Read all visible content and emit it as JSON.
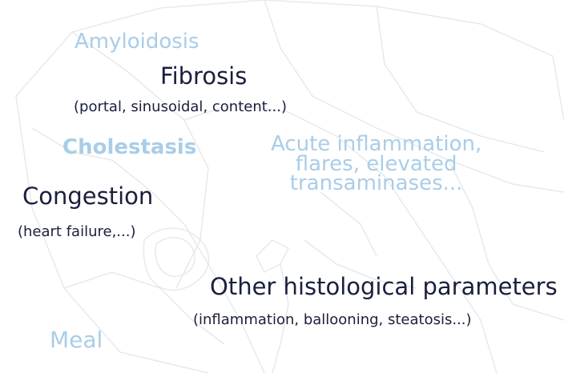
{
  "labels": {
    "amyloidosis": "Amyloidosis",
    "fibrosis": "Fibrosis",
    "fibrosis_detail": "(portal, sinusoidal, content...)",
    "cholestasis": "Cholestasis",
    "acute_line1": "Acute inflammation,",
    "acute_line2": "flares, elevated",
    "acute_line3": "transaminases...",
    "congestion": "Congestion",
    "congestion_detail": "(heart failure,...)",
    "other": "Other histological parameters",
    "other_detail": "(inflammation, ballooning, steatosis...)",
    "meal": "Meal"
  },
  "colors": {
    "light_text": "#a9cde8",
    "dark_text": "#1a1f3d",
    "sketch_line": "#e3e6ea"
  },
  "icons": {
    "background": "liver-sketch-illustration"
  }
}
